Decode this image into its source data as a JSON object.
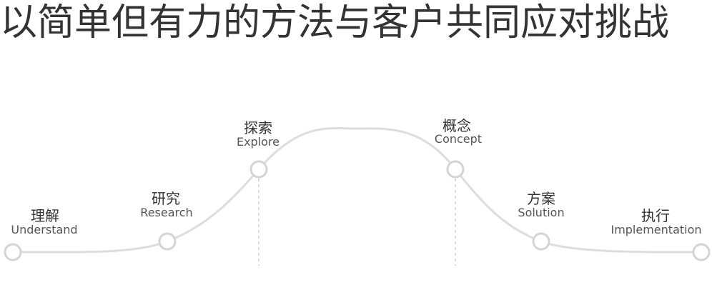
{
  "title": "以简单但有力的方法与客户共同应对挑战",
  "colors": {
    "curve": "#dddddd",
    "node_stroke": "#d4d4d4",
    "divider": "#cfcfcf",
    "text": "#333333"
  },
  "stages": [
    {
      "cn": "理解",
      "en": "Understand"
    },
    {
      "cn": "研究",
      "en": "Research"
    },
    {
      "cn": "探索",
      "en": "Explore"
    },
    {
      "cn": "概念",
      "en": "Concept"
    },
    {
      "cn": "方案",
      "en": "Solution"
    },
    {
      "cn": "执行",
      "en": "Implementation"
    }
  ]
}
